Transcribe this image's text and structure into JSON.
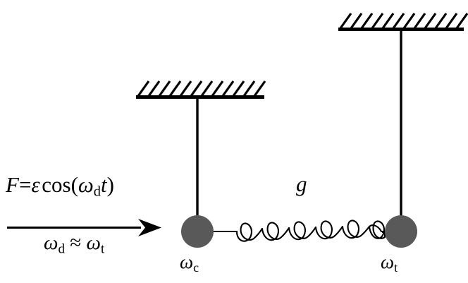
{
  "figure": {
    "type": "physics-schematic",
    "description": "Two pendulums suspended from hatched ceilings coupled by a spring, with an external periodic driving force applied to the left pendulum",
    "background_color": "#ffffff",
    "line_color": "#000000",
    "mass_fill_color": "#595959"
  },
  "driving_force": {
    "equation": {
      "lhs": "F",
      "equals": "=",
      "amplitude": "ε",
      "function": "cos",
      "open_paren": "(",
      "omega": "ω",
      "omega_subscript": "d",
      "time": "t",
      "close_paren": ")"
    },
    "resonance_condition": {
      "omega_left": "ω",
      "omega_left_subscript": "d",
      "relation": "≈",
      "omega_right": "ω",
      "omega_right_subscript": "t"
    },
    "arrow_direction": "right"
  },
  "coupling": {
    "label": "g",
    "element": "spring",
    "coil_count": 6
  },
  "pendulums": [
    {
      "id": "control",
      "label_omega": "ω",
      "label_subscript": "c",
      "mass_fill": "#595959",
      "support": "hatched-ceiling",
      "hatch_count": 12
    },
    {
      "id": "target",
      "label_omega": "ω",
      "label_subscript": "t",
      "mass_fill": "#595959",
      "support": "hatched-ceiling",
      "hatch_count": 12
    }
  ]
}
